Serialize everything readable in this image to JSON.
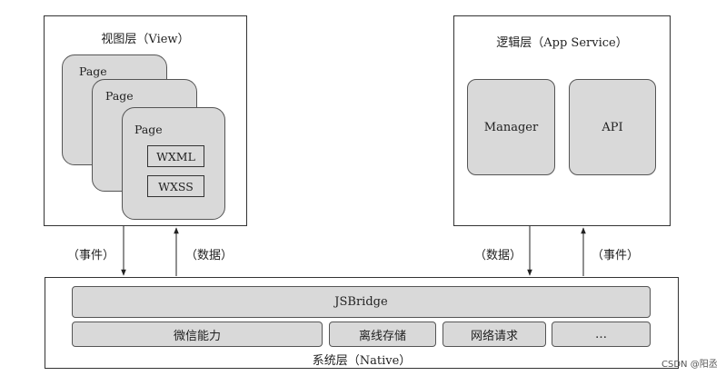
{
  "view_layer": {
    "title": "视图层（View）",
    "pages": [
      "Page",
      "Page",
      "Page"
    ],
    "wxml": "WXML",
    "wxss": "WXSS"
  },
  "logic_layer": {
    "title": "逻辑层（App Service）",
    "modules": [
      "Manager",
      "API"
    ]
  },
  "native_layer": {
    "title": "系统层（Native）",
    "jsbridge": "JSBridge",
    "capabilities": [
      "微信能力",
      "离线存储",
      "网络请求",
      "…"
    ]
  },
  "edges": {
    "left_down": "（事件）",
    "left_up": "（数据）",
    "right_down": "（数据）",
    "right_up": "（事件）"
  },
  "watermark": "CSDN @阳丞"
}
